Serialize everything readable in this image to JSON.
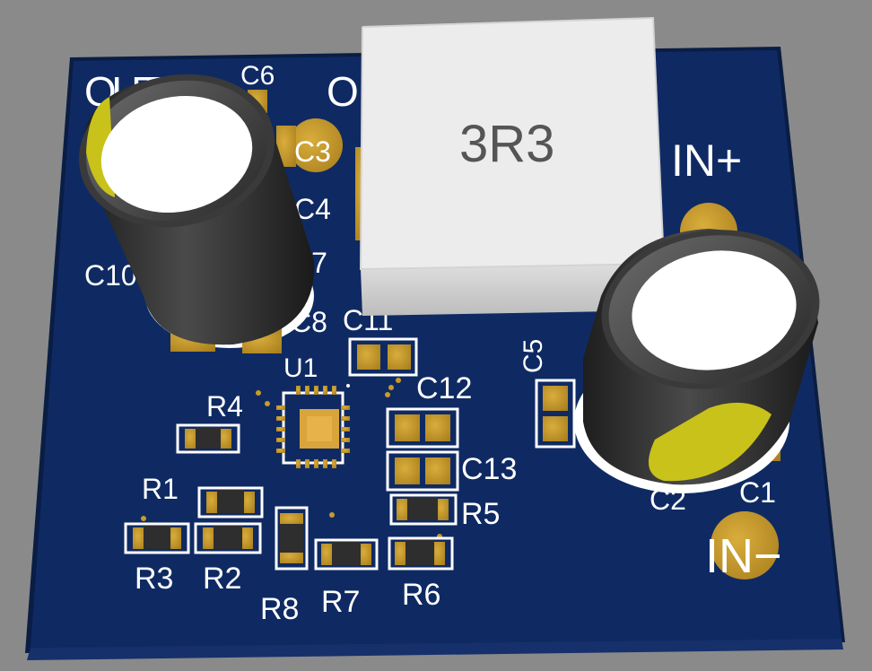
{
  "colors": {
    "background": "#8a8a8a",
    "board": "#0f2a63",
    "board_edge": "#0a1d44",
    "pad": "#c89b2a",
    "silkscreen": "#ffffff",
    "resistor_body": "#2e2e2e",
    "capacitor_body": "#2a2a2a",
    "capacitor_stripe": "#c8c21a",
    "inductor_body": "#ececec"
  },
  "board": {
    "terminals": {
      "in_plus": "IN+",
      "in_minus": "IN−",
      "out_plus": "OUT+",
      "out_minus": "OUT−"
    },
    "inductor_marking": "3R3",
    "designators": {
      "c1": "C1",
      "c2": "C2",
      "c3": "C3",
      "c4": "C4",
      "c5": "C5",
      "c6": "C6",
      "c7": "C7",
      "c8": "C8",
      "c10": "C10",
      "c11": "C11",
      "c12": "C12",
      "c13": "C13",
      "u1": "U1",
      "r1": "R1",
      "r2": "R2",
      "r3": "R3",
      "r4": "R4",
      "r5": "R5",
      "r6": "R6",
      "r7": "R7",
      "r8": "R8"
    }
  }
}
